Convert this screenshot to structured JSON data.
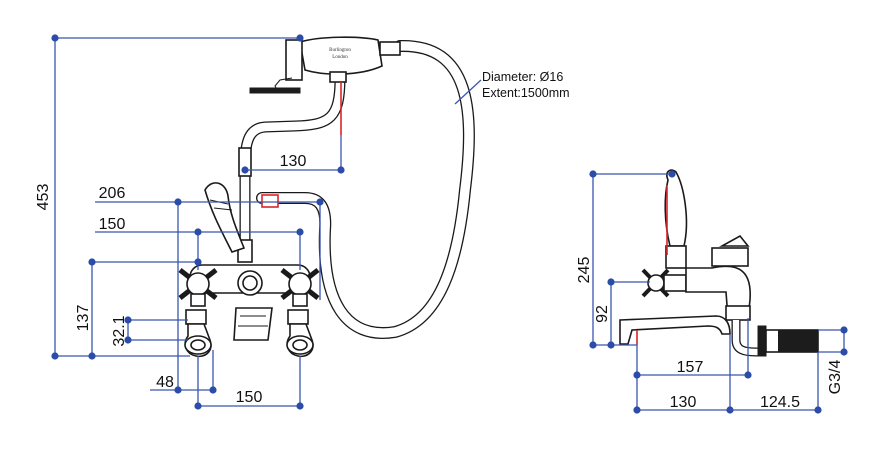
{
  "hose_note": {
    "diameter": "Diameter: Ø16",
    "extent": "Extent:1500mm"
  },
  "handset_brand": {
    "line1": "Burlington",
    "line2": "London"
  },
  "front_view": {
    "height_total": "453",
    "handset_offset": "130",
    "width_206": "206",
    "width_150_top": "150",
    "height_137": "137",
    "height_32_1": "32.1",
    "offset_48": "48",
    "width_150_bottom": "150"
  },
  "side_view": {
    "height_245": "245",
    "height_92": "92",
    "depth_157": "157",
    "depth_130": "130",
    "depth_124_5": "124.5",
    "thread": "G3/4"
  }
}
